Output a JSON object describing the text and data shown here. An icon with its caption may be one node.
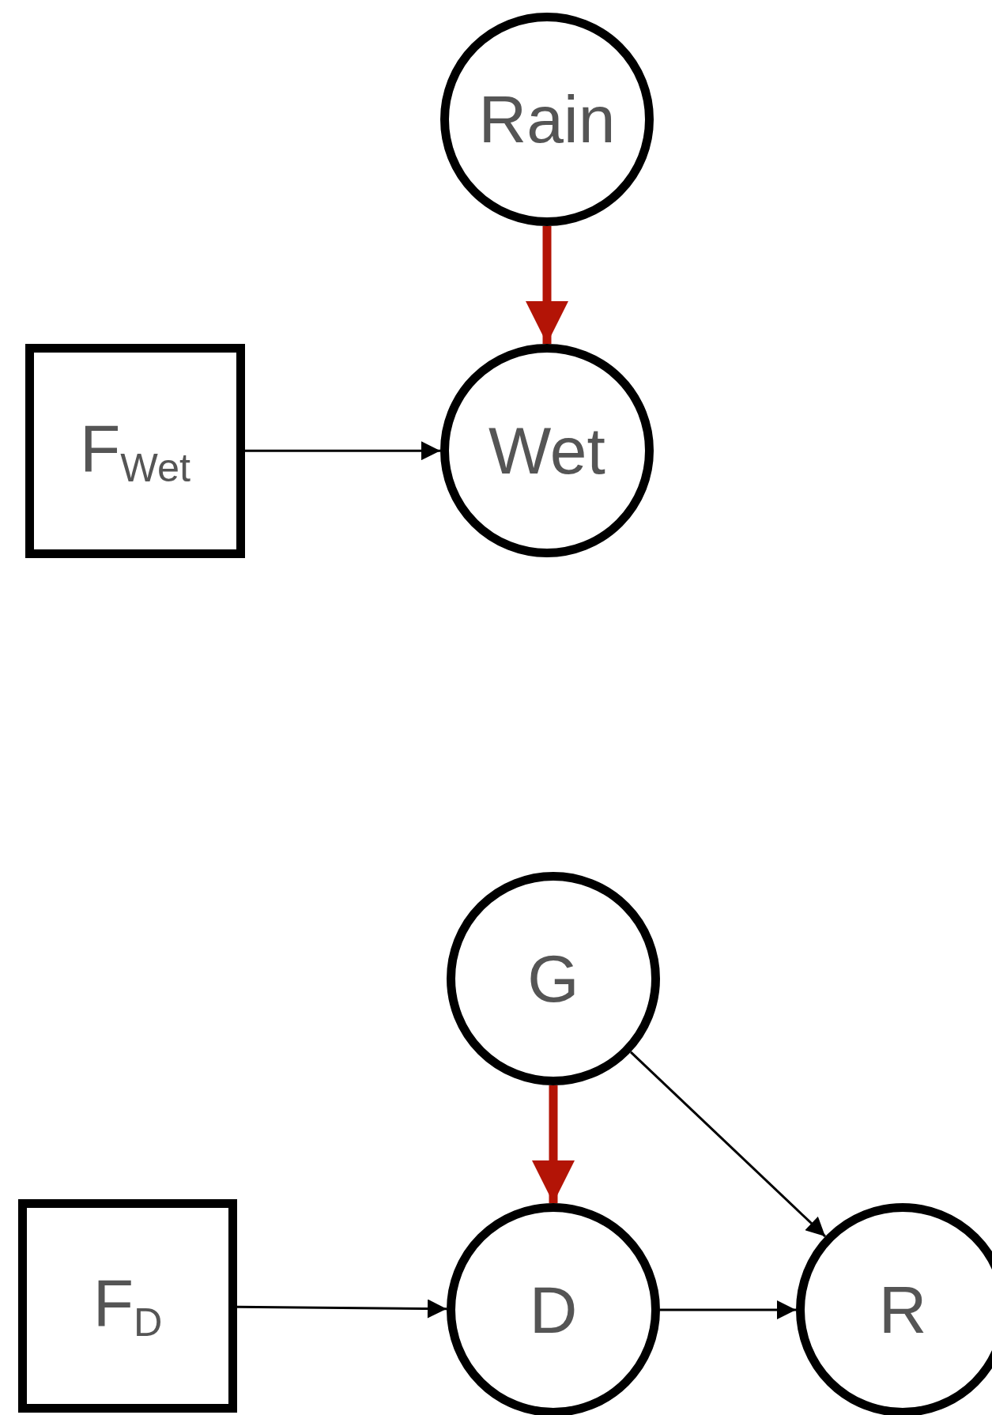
{
  "diagram": {
    "nodes": [
      {
        "text": [
          "Rain"
        ]
      },
      {
        "text": [
          "F$_{Wet}$"
        ]
      },
      {
        "text": [
          "Wet"
        ]
      },
      {
        "text": [
          "G"
        ]
      },
      {
        "text": [
          "F$_{D}$"
        ]
      },
      {
        "text": [
          "D"
        ]
      },
      {
        "text": [
          "R"
        ]
      }
    ],
    "edges": [
      {
        "from": 0,
        "to": 2,
        "arrow": "to",
        "style": "thick",
        "color": "#b31406"
      },
      {
        "from": 1,
        "to": 2,
        "arrow": "to"
      },
      {
        "from": 3,
        "to": 5,
        "arrow": "to",
        "style": "thick",
        "color": "#b31406"
      },
      {
        "from": 3,
        "to": 6,
        "arrow": "to"
      },
      {
        "from": 4,
        "to": 5,
        "arrow": "to"
      },
      {
        "from": 5,
        "to": 6,
        "arrow": "to"
      }
    ]
  }
}
